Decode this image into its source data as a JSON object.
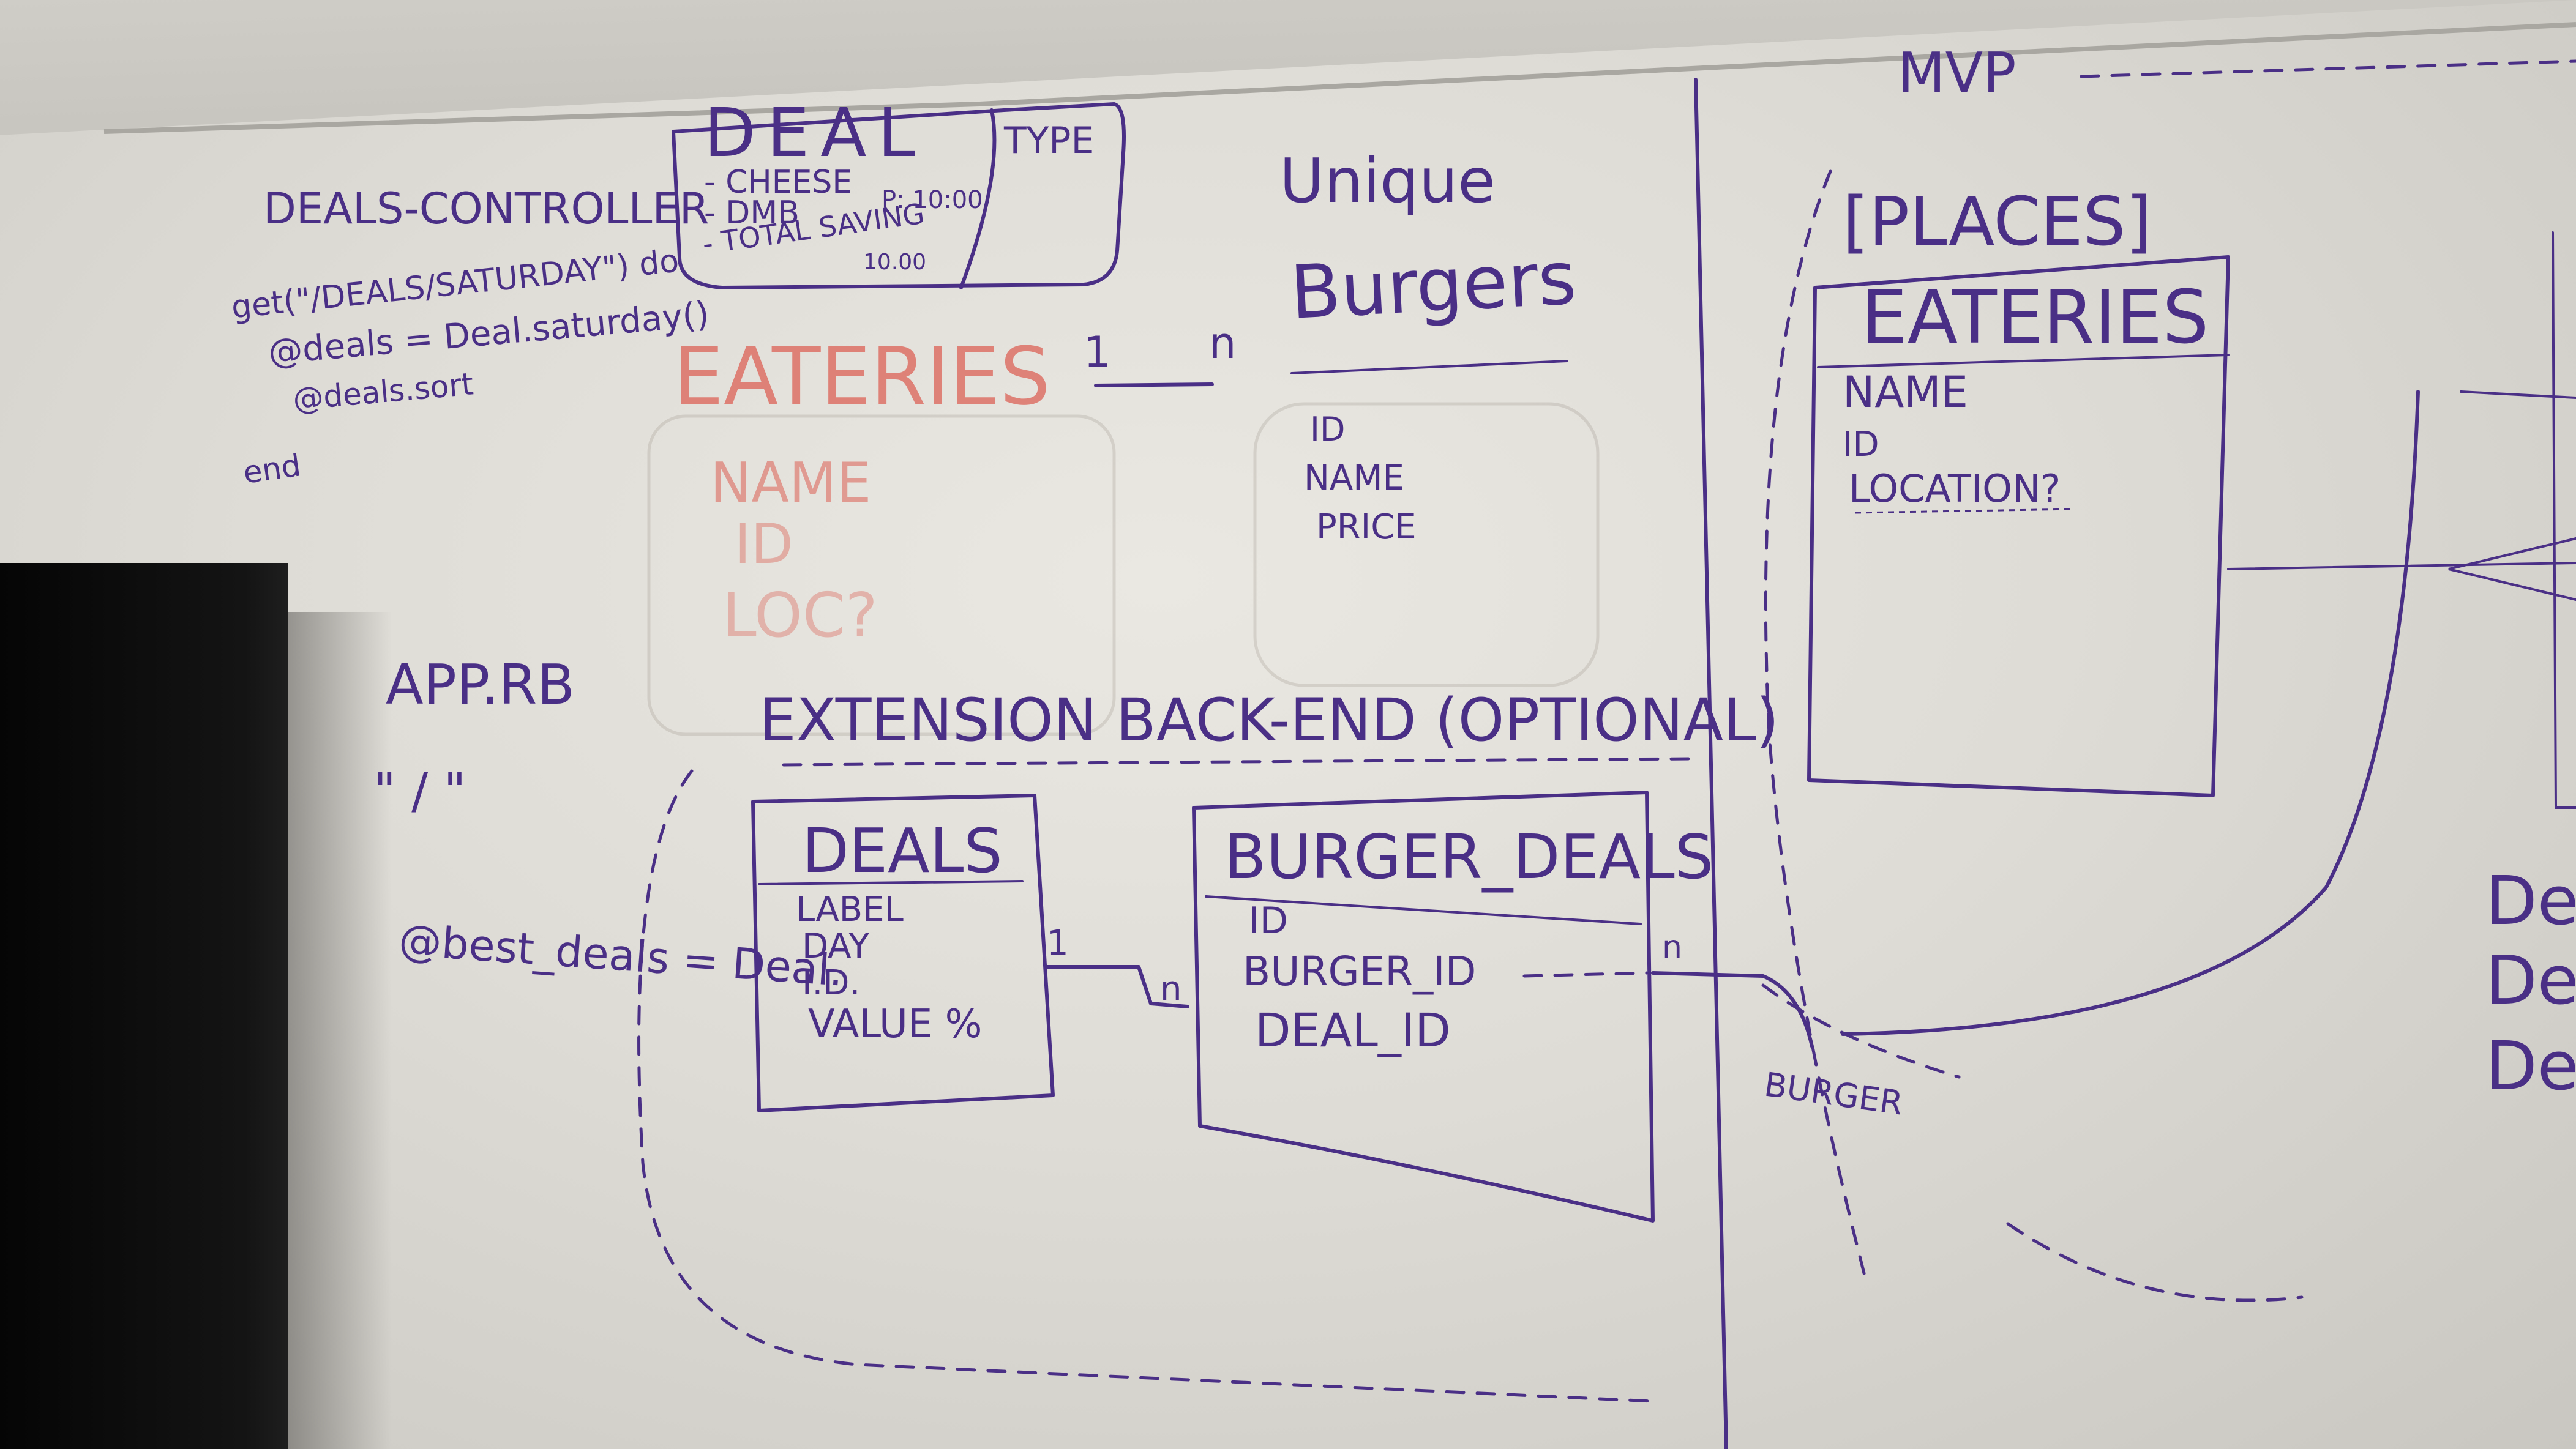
{
  "whiteboard": {
    "controller": {
      "title": "DEALS-CONTROLLER",
      "route": "get(\"/DEALS/SATURDAY\") do",
      "assign": "@deals = Deal.saturday()",
      "sort": "@deals.sort",
      "end": "end"
    },
    "deal_type_box": {
      "title": "DEAL",
      "type_label": "TYPE",
      "lines": [
        "- CHEESE",
        "- DMB",
        "- TOTAL SAVING"
      ],
      "p_note": "P: 10:00",
      "saving_note": "10.00"
    },
    "unique_note": "Unique",
    "eateries_ghost": {
      "title": "EATERIES",
      "fields": [
        "NAME",
        "ID",
        "LOC?"
      ]
    },
    "relation_one_left": "1",
    "relation_n_left": "n",
    "burgers": {
      "title": "Burgers",
      "fields": [
        "ID",
        "NAME",
        "PRICE"
      ]
    },
    "app_rb": "APP.RB",
    "quote_mark": "\" / \"",
    "best_deals": "@best_deals = Deal.",
    "extension_title": "EXTENSION BACK-END (OPTIONAL)",
    "deals_table": {
      "title": "DEALS",
      "fields": [
        "LABEL",
        "DAY",
        "I.D.",
        "VALUE %"
      ]
    },
    "rel_one": "1",
    "rel_n": "n",
    "burger_deals_table": {
      "title": "BURGER_DEALS",
      "fields": [
        "ID",
        "BURGER_ID",
        "DEAL_ID"
      ]
    },
    "rel_n_right": "n",
    "burger_label": "BURGER",
    "mvp": "MVP",
    "places": "[PLACES]",
    "eateries_table": {
      "title": "EATERIES",
      "fields": [
        "NAME",
        "ID",
        "LOCATION?"
      ]
    },
    "right_edge_fragments": [
      "Dea",
      "De",
      "De"
    ],
    "ink_color": "#4a2f86",
    "faded_red": "#dd6a5f"
  }
}
